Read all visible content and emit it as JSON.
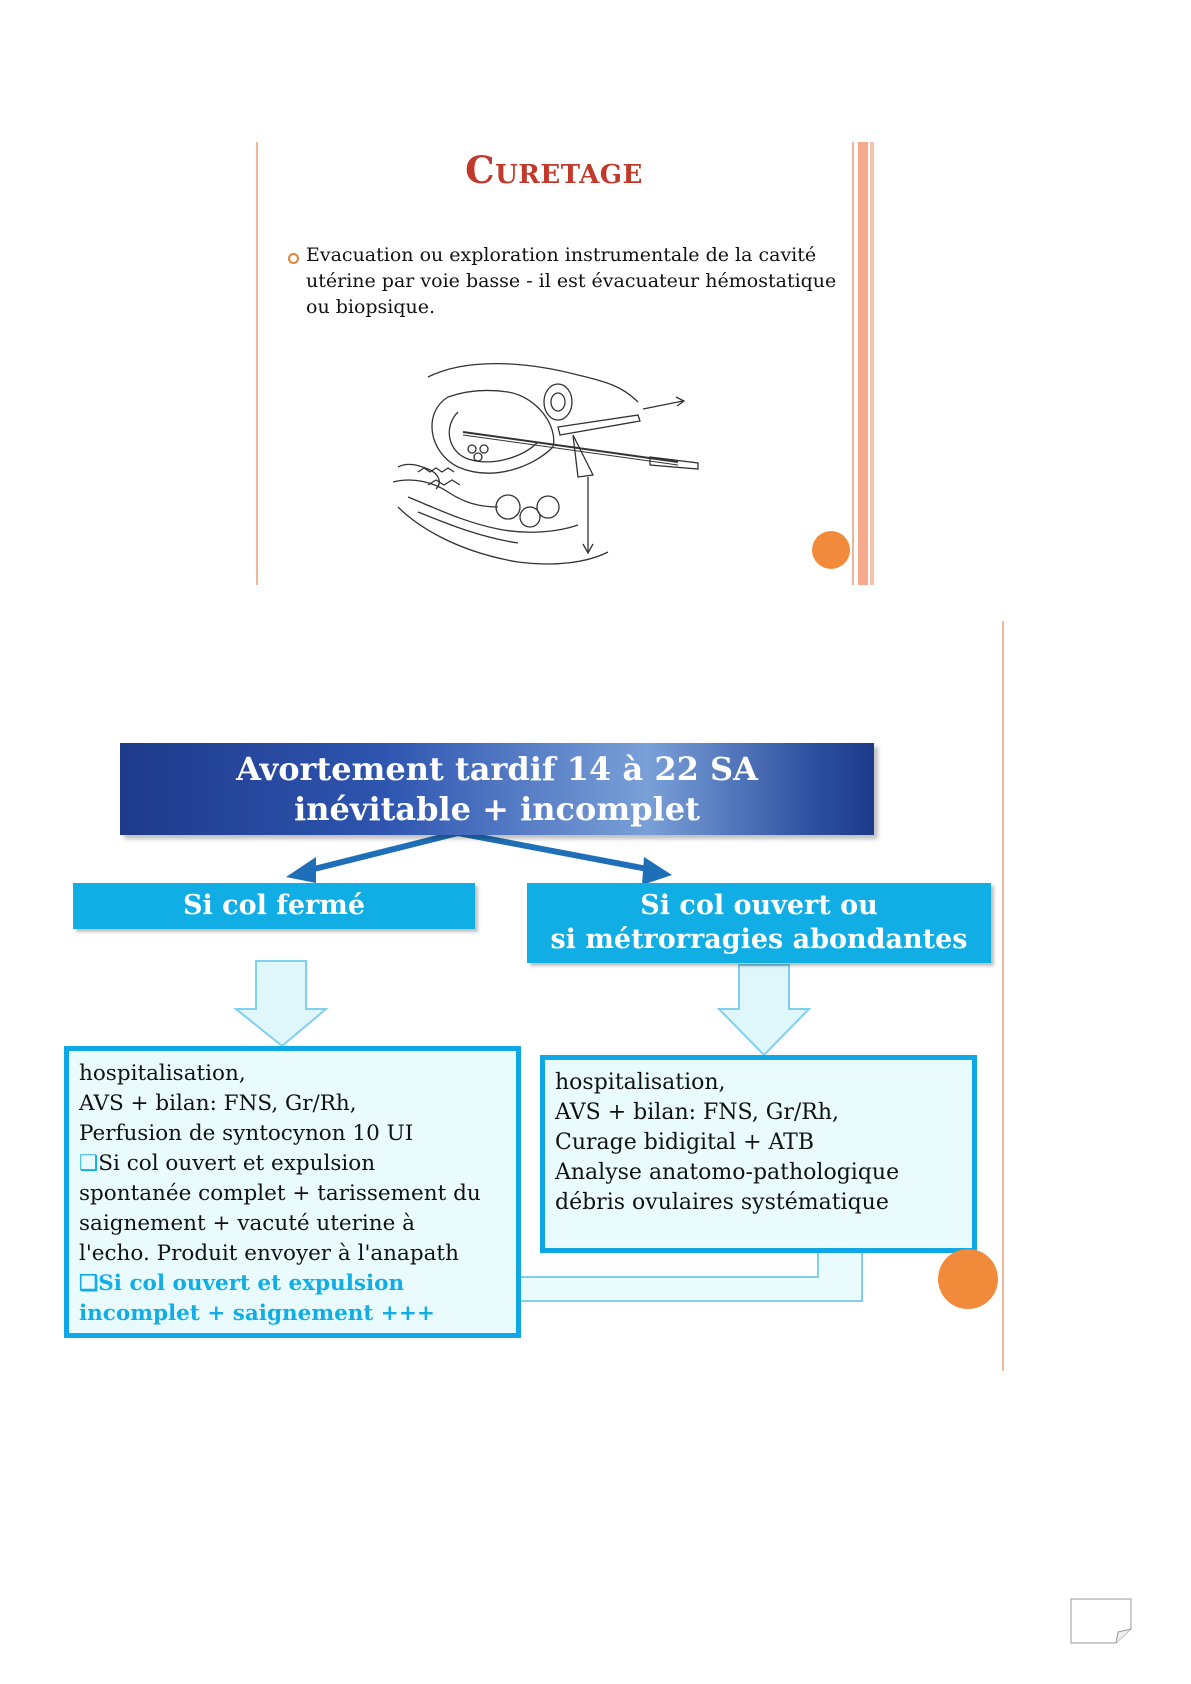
{
  "slide1": {
    "title": "Curetage",
    "bullet": "Evacuation ou exploration instrumentale de la cavité utérine par voie basse - il est évacuateur hémostatique ou biopsique."
  },
  "slide2": {
    "header": {
      "line1": "Avortement tardif 14 à 22 SA",
      "line2": "inévitable + incomplet"
    },
    "branch_left": "Si col fermé",
    "branch_right": {
      "line1": "Si col ouvert ou",
      "line2": "si métrorragies abondantes"
    },
    "detail_left": {
      "lines": [
        "hospitalisation,",
        "AVS + bilan: FNS, Gr/Rh,",
        "Perfusion de syntocynon  10 UI",
        "Si col ouvert et expulsion",
        "spontanée complet + tarissement du",
        "saignement + vacuté uterine à",
        "l'echo. Produit envoyer  à l'anapath",
        "Si col ouvert et expulsion",
        "incomplet + saignement +++"
      ],
      "checkbox_symbol": "❑"
    },
    "detail_right": {
      "lines": [
        "hospitalisation,",
        "AVS + bilan: FNS, Gr/Rh,",
        "Curage bidigital + ATB",
        "Analyse anatomo-pathologique",
        "débris ovulaires systématique"
      ]
    }
  },
  "colors": {
    "title_red": "#c0392b",
    "accent_orange": "#f28a3c",
    "cyan": "#11aee6",
    "navy": "#1e3a8a"
  }
}
